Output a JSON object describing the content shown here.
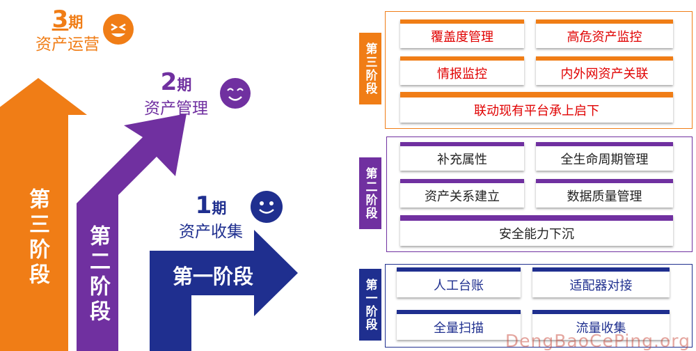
{
  "phases": [
    {
      "num": "3",
      "unit": "期",
      "name": "资产运营"
    },
    {
      "num": "2",
      "unit": "期",
      "name": "资产管理"
    },
    {
      "num": "1",
      "unit": "期",
      "name": "资产收集"
    }
  ],
  "arrows": {
    "stage3": "第三阶段",
    "stage2": "第二阶段",
    "stage1": "第一阶段"
  },
  "panels": [
    {
      "tab": "第三阶段",
      "color": "#f07d16",
      "items": [
        "覆盖度管理",
        "高危资产监控",
        "情报监控",
        "内外网资产关联",
        "联动现有平台承上启下"
      ]
    },
    {
      "tab": "第二阶段",
      "color": "#7030a0",
      "items": [
        "补充属性",
        "全生命周期管理",
        "资产关系建立",
        "数据质量管理",
        "安全能力下沉"
      ]
    },
    {
      "tab": "第一阶段",
      "color": "#1f2f8f",
      "items": [
        "人工台账",
        "适配器对接",
        "全量扫描",
        "流量收集"
      ]
    }
  ],
  "watermark": "DengBaoCePing.org",
  "colors": {
    "orange": "#f07d16",
    "purple": "#7030a0",
    "navy": "#1f2f8f",
    "red_text": "#e00000"
  }
}
